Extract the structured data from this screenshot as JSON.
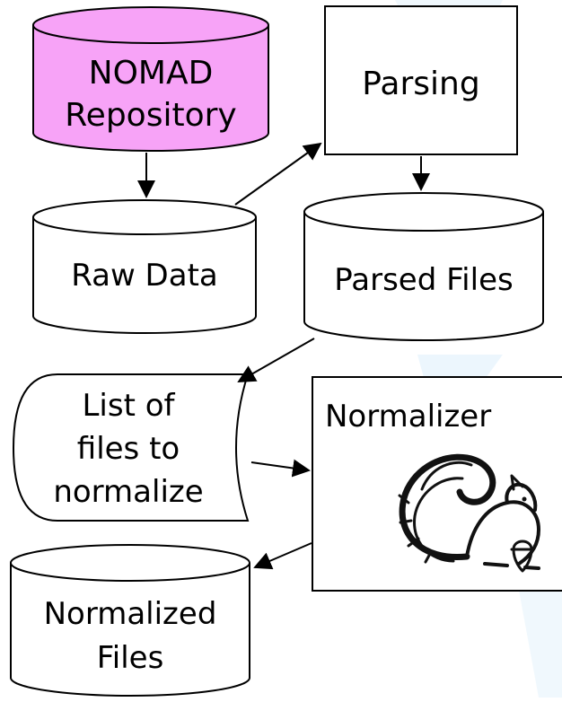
{
  "diagram": {
    "nodes": {
      "nomad_repository": {
        "lines": [
          "NOMAD",
          "Repository"
        ],
        "fill": "#f7a3f7"
      },
      "parsing": {
        "lines": [
          "Parsing"
        ]
      },
      "raw_data": {
        "lines": [
          "Raw Data"
        ]
      },
      "parsed_files": {
        "lines": [
          "Parsed Files"
        ]
      },
      "file_list": {
        "lines": [
          "List of",
          "files to",
          "normalize"
        ]
      },
      "normalizer": {
        "lines": [
          "Normalizer"
        ],
        "icon": "squirrel-icon"
      },
      "normalized_files": {
        "lines": [
          "Normalized",
          "Files"
        ]
      }
    },
    "edges": [
      {
        "from": "nomad_repository",
        "to": "raw_data"
      },
      {
        "from": "raw_data",
        "to": "parsing"
      },
      {
        "from": "parsing",
        "to": "parsed_files"
      },
      {
        "from": "parsed_files",
        "to": "file_list"
      },
      {
        "from": "file_list",
        "to": "normalizer"
      },
      {
        "from": "normalizer",
        "to": "normalized_files"
      }
    ],
    "colors": {
      "stroke": "#000000",
      "background": "#ffffff",
      "watermark": "#eaf5fd"
    }
  }
}
